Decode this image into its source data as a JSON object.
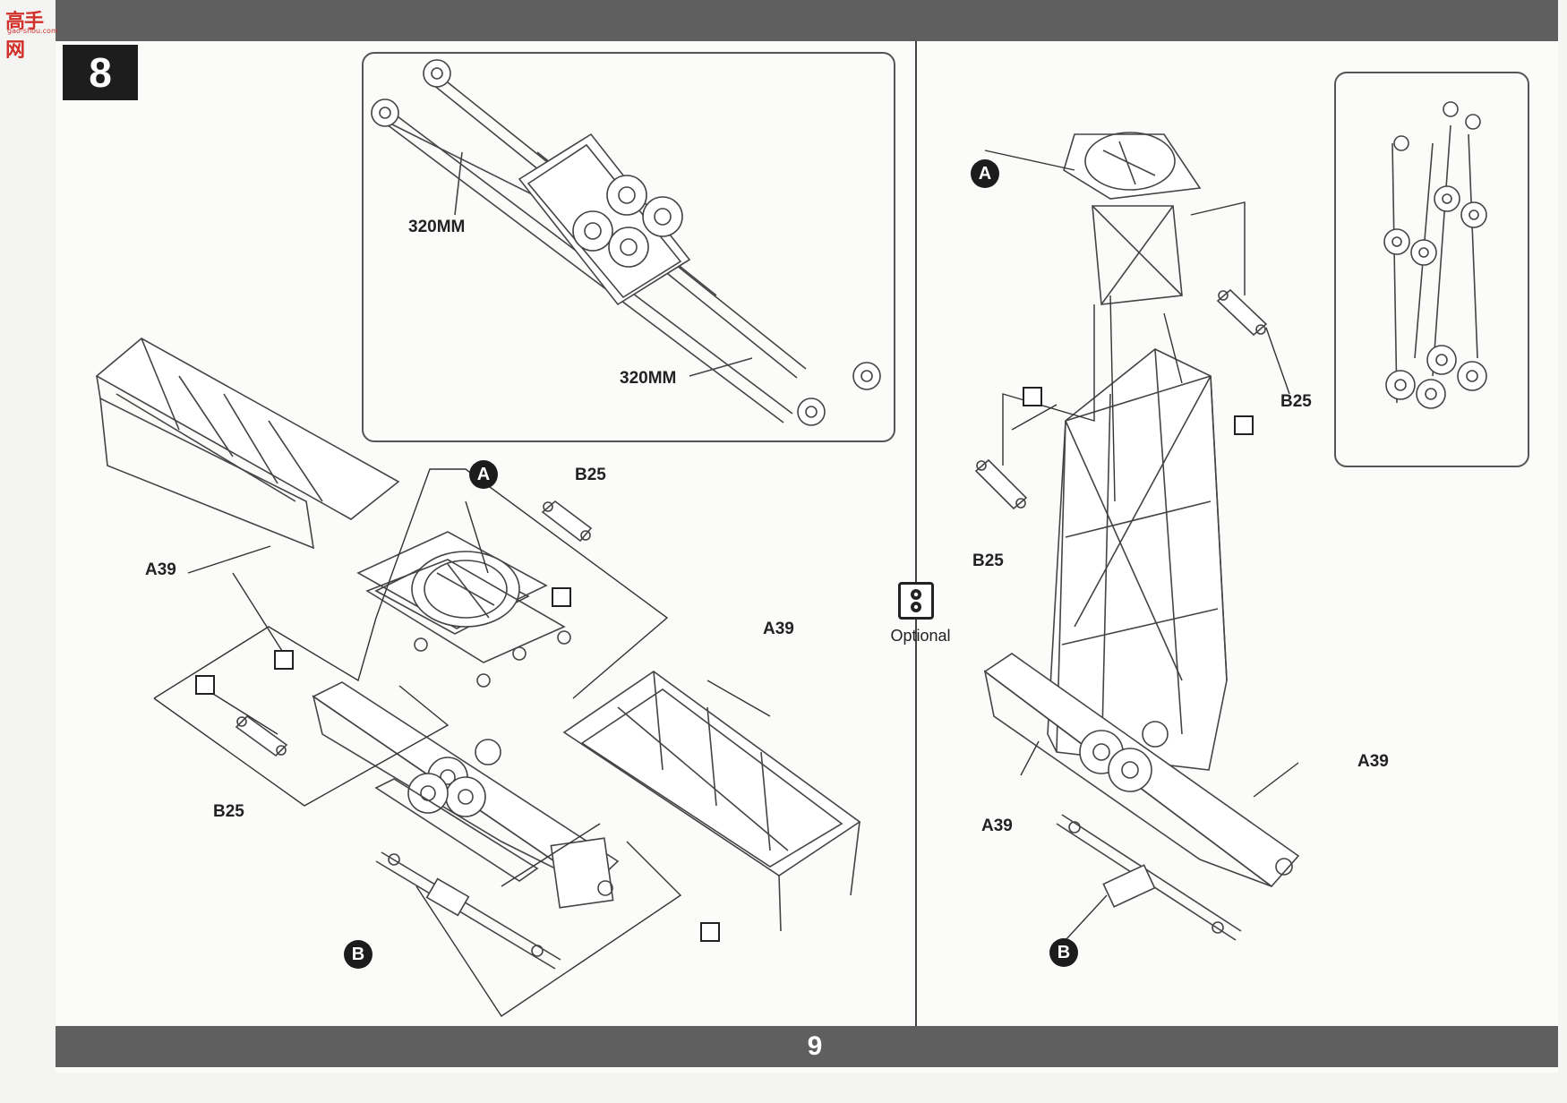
{
  "header": {
    "logo_text": "高手网",
    "logo_sub": "gao-shou.com"
  },
  "step": {
    "number": "8"
  },
  "footer": {
    "page_number": "9"
  },
  "optional": {
    "label": "Optional",
    "icon": "optional-icon"
  },
  "left": {
    "inset": {
      "length_label_1": "320MM",
      "length_label_2": "320MM"
    },
    "callout_a": "A",
    "callout_b": "B",
    "part_b25_top": "B25",
    "part_b25_bottom": "B25",
    "part_a39_left": "A39",
    "part_a39_right": "A39"
  },
  "right": {
    "callout_a": "A",
    "callout_b": "B",
    "part_b25_right": "B25",
    "part_b25_left": "B25",
    "part_a39_right": "A39",
    "part_a39_left": "A39"
  },
  "colors": {
    "bar": "#5f5f5f",
    "ink": "#222222",
    "logo": "#d2302a"
  }
}
